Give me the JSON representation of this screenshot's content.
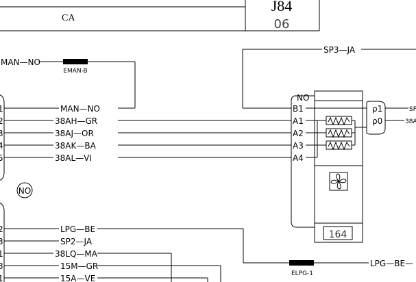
{
  "title_block": {
    "left_code": "CA",
    "sheet_code": "J84",
    "sheet_number": "06"
  },
  "left_connector_top": {
    "pins": [
      "1",
      "2",
      "3",
      "4",
      "5"
    ]
  },
  "left_connector_bottom": {
    "pins": [
      "2",
      "3",
      "1",
      "3",
      "1"
    ]
  },
  "wires": {
    "eman_top": "MAN—NO",
    "eman_fuse": "EMAN-B",
    "man_no": "MAN—NO",
    "w1": "38AH—GR",
    "w2": "38AJ—OR",
    "w3": "38AK—BA",
    "w4": "38AL—VI",
    "sp3": "SP3—JA",
    "lpg_be": "LPG—BE",
    "sp2": "SP2—JA",
    "w38lq": "38LQ—MA",
    "w15m": "15M—GR",
    "w15a": "15A—VE",
    "elpg_fuse": "ELPG-1",
    "lpg_be_right": "LPG—BE—"
  },
  "component": {
    "pins": [
      "NO",
      "B1",
      "A1",
      "A2",
      "A3",
      "A4"
    ],
    "right_pins": [
      "ρ1",
      "ρ0"
    ],
    "right_wires": [
      "SF",
      "38A"
    ],
    "id": "164"
  },
  "ground_symbol": "NO"
}
